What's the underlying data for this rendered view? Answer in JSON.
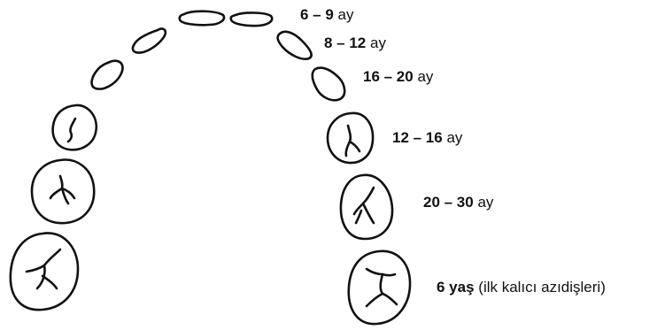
{
  "labels": {
    "central_incisors": {
      "range": "6 – 9",
      "unit": "ay"
    },
    "lateral_incisors": {
      "range": "8 – 12",
      "unit": "ay"
    },
    "canines": {
      "range": "16 – 20",
      "unit": "ay"
    },
    "first_molars": {
      "range": "12 – 16",
      "unit": "ay"
    },
    "second_molars": {
      "range": "20 – 30",
      "unit": "ay"
    },
    "permanent_molars": {
      "range": "6 yaş",
      "unit": "(ilk kalıcı azıdişleri)"
    }
  }
}
